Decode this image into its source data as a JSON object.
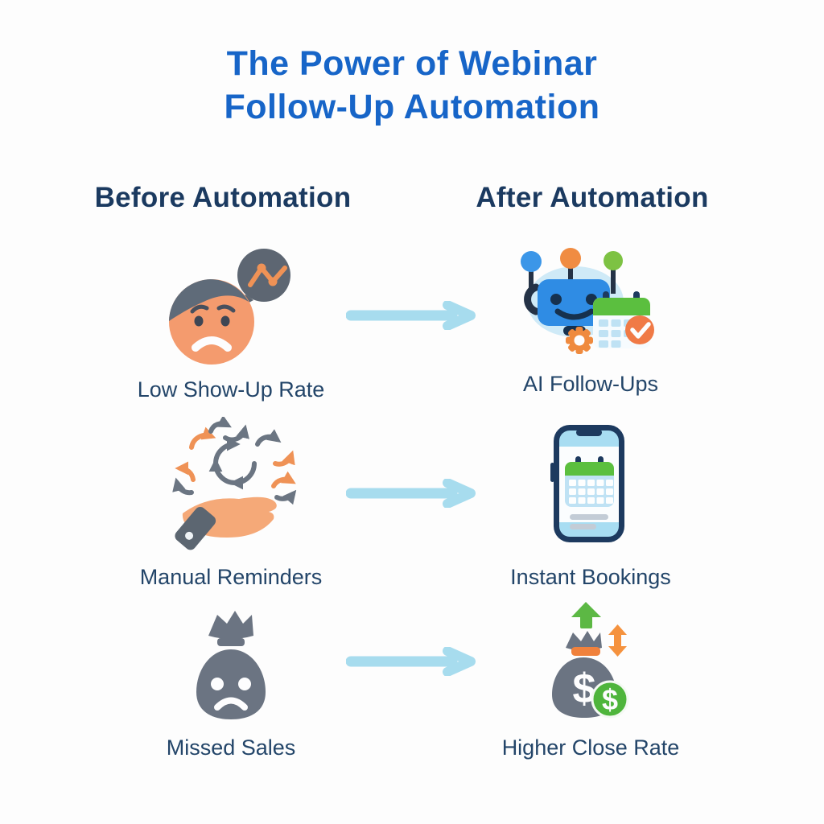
{
  "page": {
    "title_line1": "The Power of Webinar",
    "title_line2": "Follow-Up Automation",
    "background_color": "#fdfdfd",
    "title_color": "#1765c8"
  },
  "columns": {
    "before_header": "Before Automation",
    "after_header": "After Automation",
    "header_color": "#1b3a60"
  },
  "rows": [
    {
      "before": {
        "label": "Low Show-Up Rate",
        "icon": "worried-face-declining-chart"
      },
      "after": {
        "label": "AI Follow-Ups",
        "icon": "robot-calendar-check"
      }
    },
    {
      "before": {
        "label": "Manual Reminders",
        "icon": "hand-scattered-arrows"
      },
      "after": {
        "label": "Instant Bookings",
        "icon": "phone-calendar-booking"
      }
    },
    {
      "before": {
        "label": "Missed Sales",
        "icon": "sad-money-bag"
      },
      "after": {
        "label": "Higher Close Rate",
        "icon": "money-bag-growth"
      }
    }
  ],
  "connector": {
    "direction": "right",
    "color": "#a7dcee"
  },
  "palette": {
    "label_color": "#234569",
    "orange": "#f08c42",
    "green": "#5cb844",
    "gray": "#6b7482",
    "robot_blue": "#2f8ce4",
    "light_blue": "#a8ddf2",
    "navy": "#1d3a5f"
  }
}
